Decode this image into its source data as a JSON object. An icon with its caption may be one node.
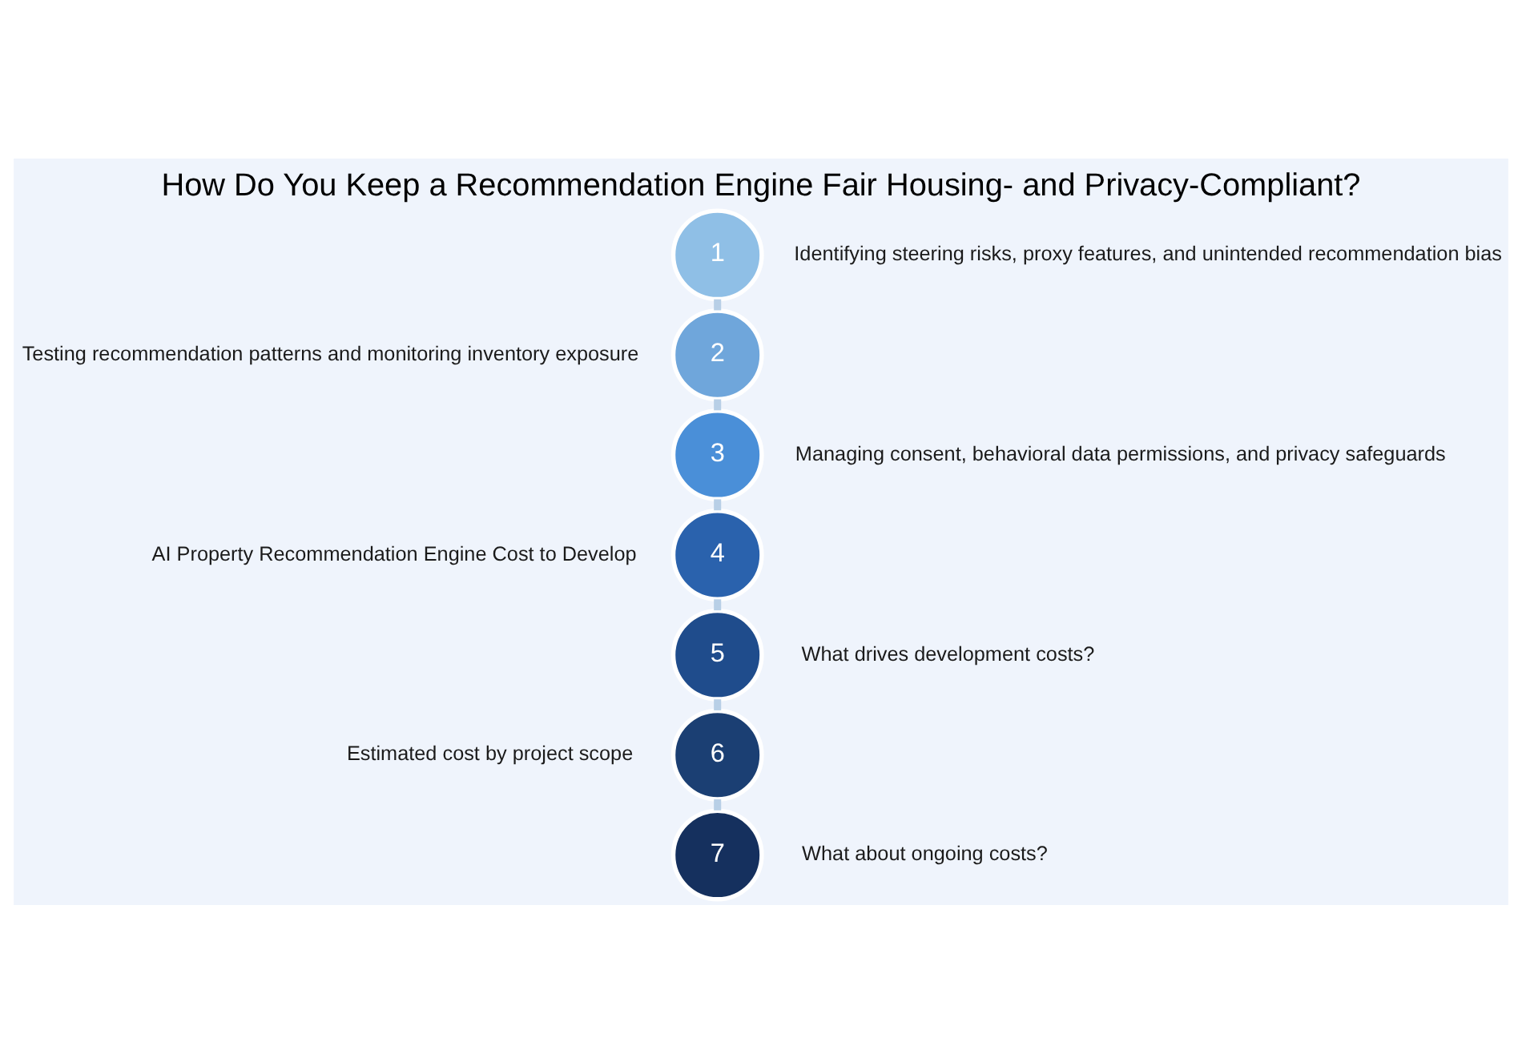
{
  "diagram": {
    "title": "How Do You Keep a Recommendation Engine Fair Housing- and Privacy-Compliant?",
    "nodes": [
      {
        "text": [
          "1"
        ],
        "beside": [
          "Identifying steering risks, proxy features, and unintended recommendation bias"
        ]
      },
      {
        "text": [
          "2"
        ],
        "beside": [
          "Testing recommendation patterns and monitoring inventory exposure"
        ]
      },
      {
        "text": [
          "3"
        ],
        "beside": [
          "Managing consent, behavioral data permissions, and privacy safeguards"
        ]
      },
      {
        "text": [
          "4"
        ],
        "beside": [
          "AI Property Recommendation Engine Cost to Develop"
        ]
      },
      {
        "text": [
          "5"
        ],
        "beside": [
          "What drives development costs?"
        ]
      },
      {
        "text": [
          "6"
        ],
        "beside": [
          "Estimated cost by project scope"
        ]
      },
      {
        "text": [
          "7"
        ],
        "beside": [
          "What about ongoing costs?"
        ]
      }
    ],
    "edges": [
      {
        "from": 0,
        "to": 1,
        "arrow": "none",
        "color": "#b8cfe6"
      },
      {
        "from": 1,
        "to": 2,
        "arrow": "none",
        "color": "#b8cfe6"
      },
      {
        "from": 2,
        "to": 3,
        "arrow": "none",
        "color": "#b8cfe6"
      },
      {
        "from": 3,
        "to": 4,
        "arrow": "none",
        "color": "#b8cfe6"
      },
      {
        "from": 4,
        "to": 5,
        "arrow": "none",
        "color": "#b8cfe6"
      },
      {
        "from": 5,
        "to": 6,
        "arrow": "none",
        "color": "#b8cfe6"
      }
    ]
  }
}
